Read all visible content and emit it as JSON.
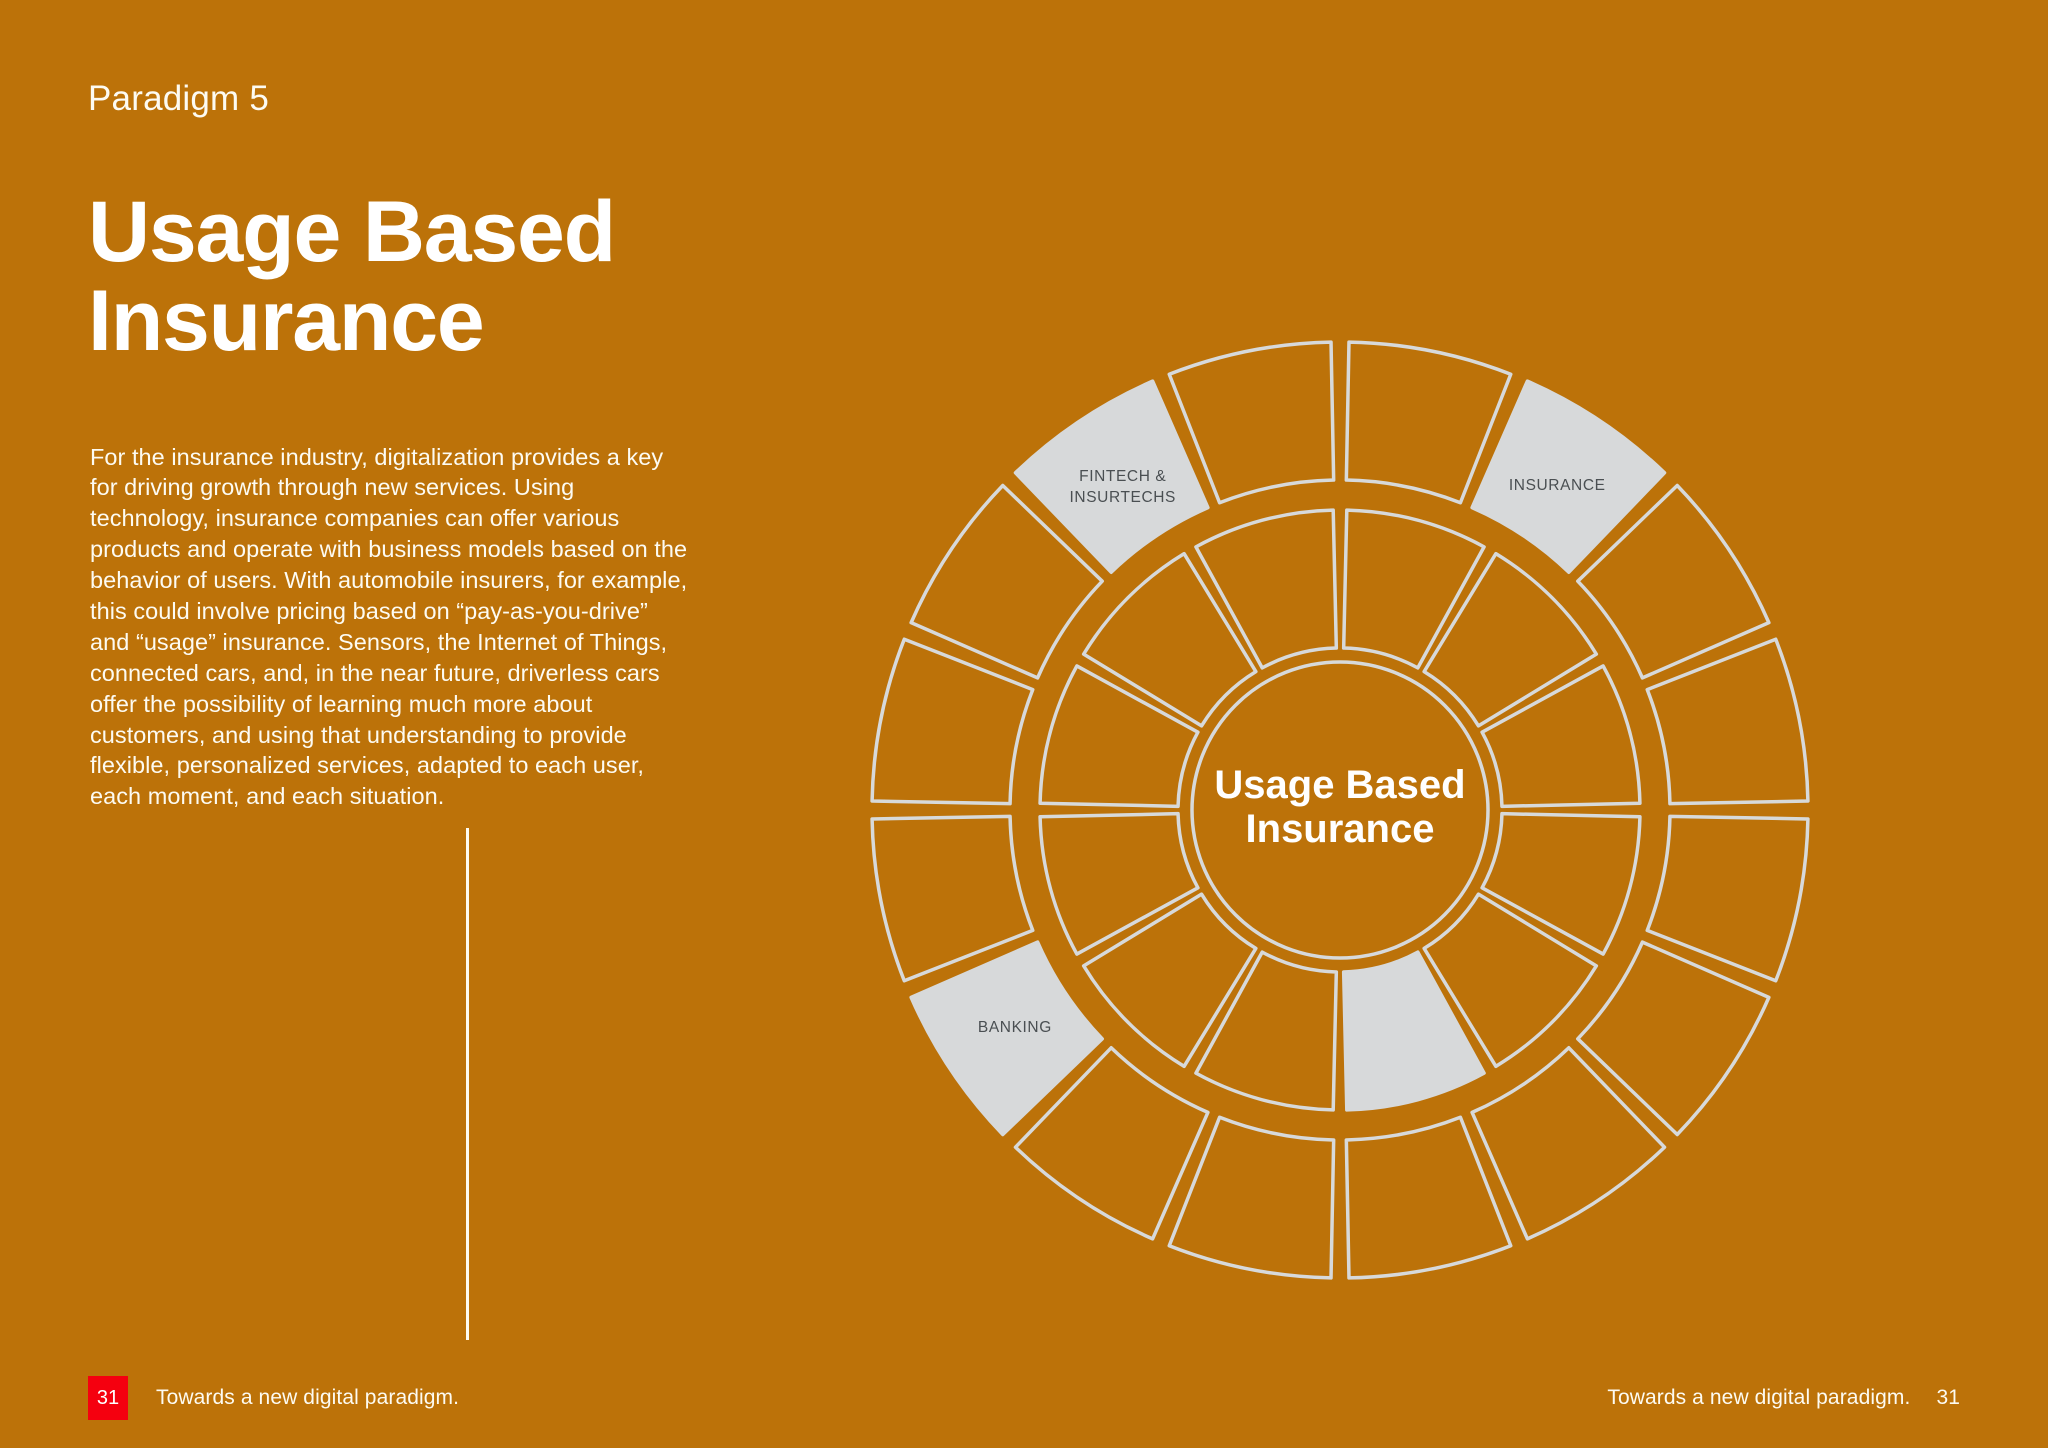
{
  "colors": {
    "background": "#BC7209",
    "segment_fill": "#BC7209",
    "separator": "#D7D9DA",
    "highlight": "#D7D9DA",
    "text_light": "#FDFBF2",
    "label_dark": "#4A4F52",
    "page_chip": "#F5000F"
  },
  "header": {
    "eyebrow": "Paradigm 5",
    "title_line_1": "Usage Based",
    "title_line_2": "Insurance"
  },
  "body": {
    "paragraph": "For the insurance industry, digitalization provides a key for driving growth through new services. Using technology, insurance companies can offer various products and operate with business models based on the behavior of users. With automobile insurers, for example, this could involve pricing based on “pay-as-you-drive” and “usage” insurance. Sensors, the Internet of Things, connected cars, and, in the near future, driverless cars offer the possibility of learning much more about customers, and using that understanding to provide flexible, personalized services, adapted to each user, each moment, and each situation."
  },
  "chart_data": {
    "type": "pie",
    "title": "Usage Based Insurance",
    "center_label_line_1": "Usage Based",
    "center_label_line_2": "Insurance",
    "outer_ring": {
      "segment_count": 16,
      "start_angle_deg": -90,
      "gap_deg": 2.2,
      "highlighted_indices": [
        14,
        1,
        10
      ],
      "labels": [
        {
          "index": 14,
          "text_line_1": "FINTECH &",
          "text_line_2": "INSURTECHS"
        },
        {
          "index": 1,
          "text_line_1": "INSURANCE",
          "text_line_2": ""
        },
        {
          "index": 10,
          "text_line_1": "BANKING",
          "text_line_2": ""
        }
      ]
    },
    "inner_ring": {
      "segment_count": 12,
      "start_angle_deg": -90,
      "gap_deg": 2.6,
      "highlighted_indices": [
        5
      ]
    },
    "legend_position": "none",
    "grid": false
  },
  "footer": {
    "page_number_left": "31",
    "text_left": "Towards a new digital paradigm.",
    "text_right": "Towards a new digital paradigm.",
    "page_number_right": "31"
  }
}
